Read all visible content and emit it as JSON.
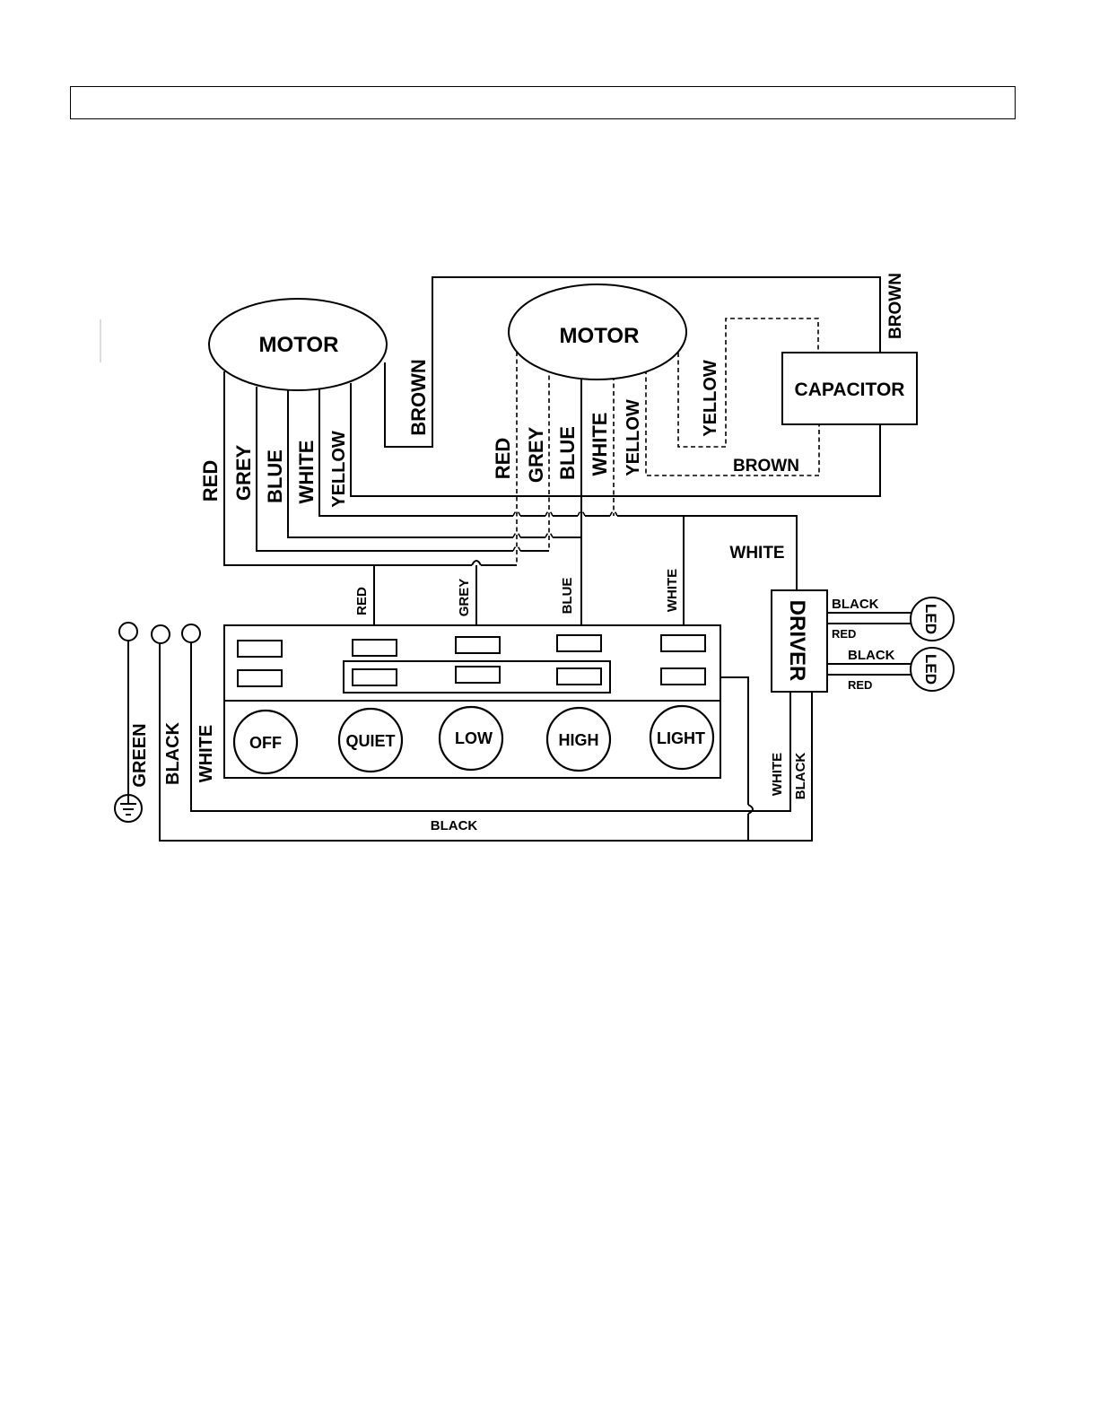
{
  "colors": {
    "ink": "#000000",
    "paper": "#ffffff"
  },
  "motors": [
    {
      "label": "MOTOR"
    },
    {
      "label": "MOTOR"
    }
  ],
  "capacitor": {
    "label": "CAPACITOR"
  },
  "driver": {
    "label": "DRIVER"
  },
  "leds": [
    {
      "label": "LED",
      "wire_top": "BLACK",
      "wire_bottom": "RED"
    },
    {
      "label": "LED",
      "wire_top": "BLACK",
      "wire_bottom": "RED"
    }
  ],
  "motor1_wires": [
    "RED",
    "GREY",
    "BLUE",
    "WHITE",
    "YELLOW",
    "BROWN"
  ],
  "motor2_wires": [
    "RED",
    "GREY",
    "BLUE",
    "WHITE",
    "YELLOW",
    "YELLOW",
    "BROWN"
  ],
  "capacitor_wire": "BROWN",
  "driver_feed_wire": "WHITE",
  "switch_wires": [
    "RED",
    "GREY",
    "BLUE",
    "WHITE"
  ],
  "driver_out_wires": [
    "WHITE",
    "BLACK"
  ],
  "supply_wires": [
    "GREEN",
    "BLACK",
    "WHITE"
  ],
  "bottom_wire": "BLACK",
  "buttons": [
    "OFF",
    "QUIET",
    "LOW",
    "HIGH",
    "LIGHT"
  ]
}
